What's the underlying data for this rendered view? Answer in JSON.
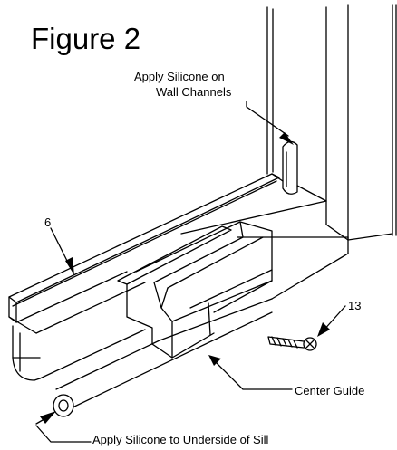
{
  "figure": {
    "title": "Figure 2",
    "callouts": {
      "wall_line1": "Apply Silicone on",
      "wall_line2": "Wall Channels",
      "part_6": "6",
      "part_13": "13",
      "center_guide": "Center Guide",
      "underside": "Apply Silicone to Underside of Sill"
    }
  },
  "colors": {
    "ink": "#000000",
    "paper": "#ffffff",
    "tint": "#e8e8e8"
  }
}
